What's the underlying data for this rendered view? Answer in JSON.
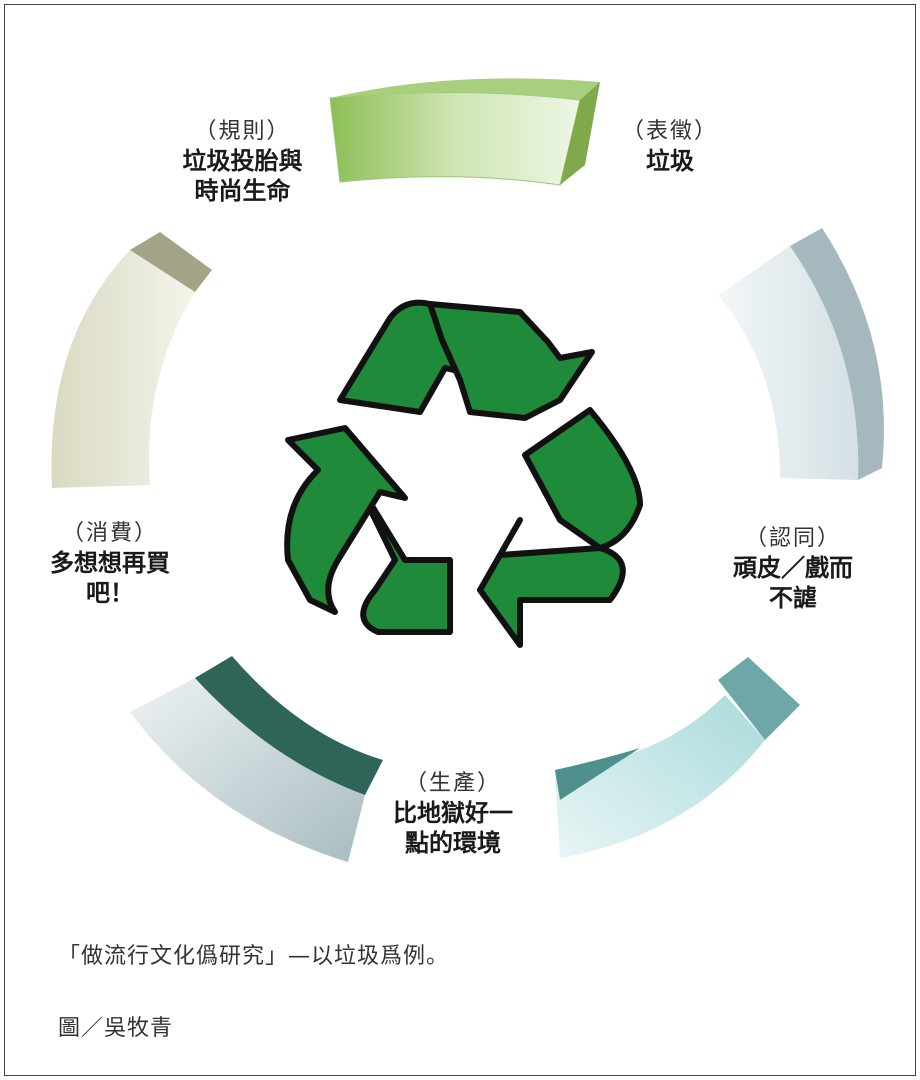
{
  "segments": [
    {
      "id": "biaozheng",
      "kind": "（表徵）",
      "text": "垃圾",
      "color_front": "#d9ebc2",
      "color_side": "#8fb85a"
    },
    {
      "id": "rentong",
      "kind": "（認同）",
      "text": "頑皮／戲而\n不謔",
      "color_front": "#dfe8ec",
      "color_side": "#9eb2b8"
    },
    {
      "id": "shengchan",
      "kind": "（生產）",
      "text": "比地獄好一\n點的環境",
      "color_front": "#cde9ea",
      "color_side": "#6fa8a8"
    },
    {
      "id": "xiaofei",
      "kind": "（消費）",
      "text": "多想想再買\n吧！",
      "color_front": "#d2dfe2",
      "color_side": "#2f6458"
    },
    {
      "id": "guize",
      "kind": "（規則）",
      "text": "垃圾投胎與\n時尚生命",
      "color_front": "#e6e6d4",
      "color_side": "#a4a48a"
    }
  ],
  "center_icon": {
    "name": "recycle-icon",
    "fill": "#1f8a3a",
    "stroke": "#111111"
  },
  "caption": "「做流行文化僞研究」—以垃圾爲例。",
  "credit": "圖／吳牧青"
}
